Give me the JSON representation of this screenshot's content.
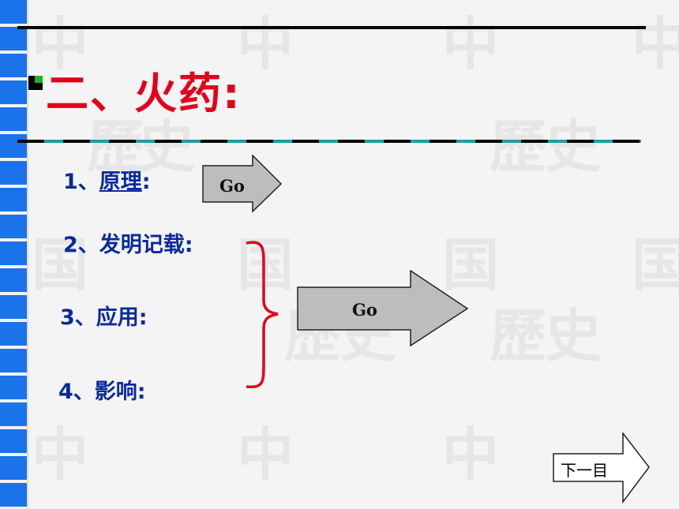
{
  "slide": {
    "title": "二、火药:",
    "items": [
      {
        "num": "1、",
        "text": "原理",
        "suffix": ":"
      },
      {
        "num": "2、",
        "text": "发明记载",
        "suffix": ":"
      },
      {
        "num": "3、",
        "text": "应用",
        "suffix": ":"
      },
      {
        "num": "4、",
        "text": "影响",
        "suffix": ":"
      }
    ],
    "go_small": "Go",
    "go_large": "Go",
    "next": "下一目"
  },
  "colors": {
    "title": "#e4001b",
    "items": "#0a2a9c",
    "brace": "#e4001b",
    "arrow_fill": "#bdbdbd",
    "strip": "#1a73e8"
  },
  "watermark": [
    "中",
    "国",
    "歷",
    "史"
  ]
}
